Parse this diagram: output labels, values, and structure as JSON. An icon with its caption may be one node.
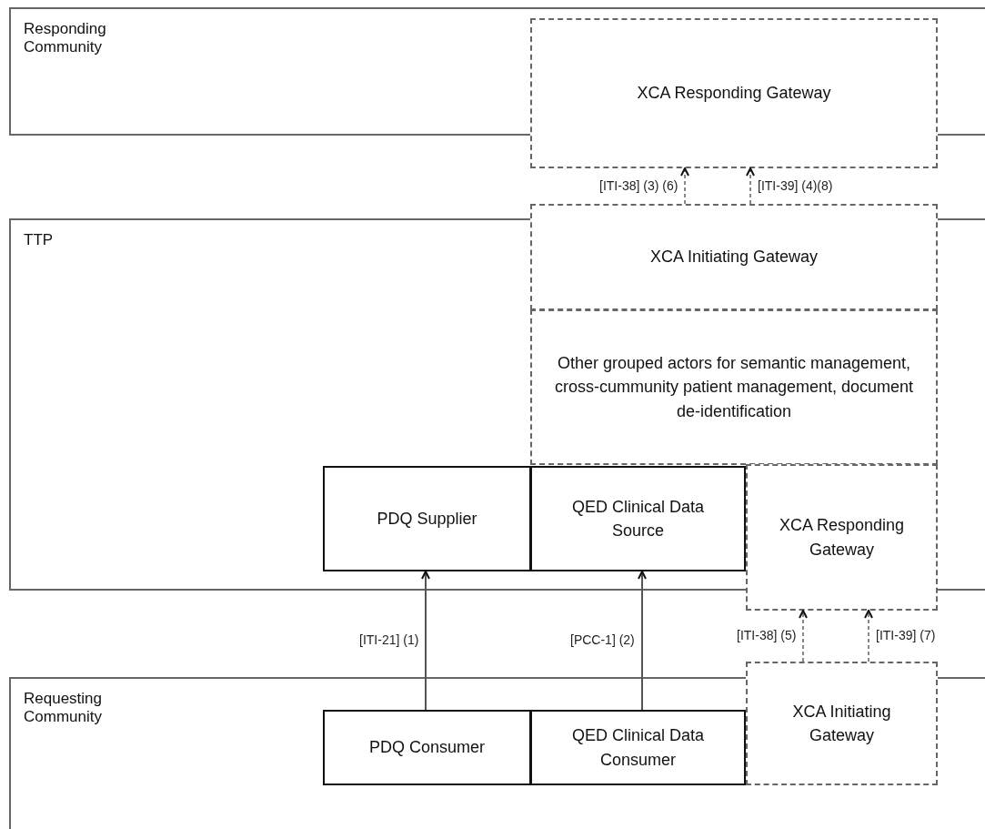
{
  "diagram": {
    "nodes": [
      {
        "text": [
          "Responding Community"
        ]
      },
      {
        "text": [
          "XCA Responding Gateway"
        ]
      },
      {
        "text": [
          "TTP"
        ]
      },
      {
        "text": [
          "XCA Initiating Gateway"
        ]
      },
      {
        "text": [
          "Other grouped actors for semantic management, cross-cummunity patient management, document de-identification"
        ],
        "in": 2
      },
      {
        "text": [
          "PDQ Supplier"
        ],
        "in": 2
      },
      {
        "text": [
          "QED Clinical Data Source"
        ],
        "in": 2
      },
      {
        "text": [
          "XCA Responding Gateway"
        ]
      },
      {
        "text": [
          "Requesting Community"
        ]
      },
      {
        "text": [
          "PDQ Consumer"
        ],
        "in": 8
      },
      {
        "text": [
          "QED Clinical Data Consumer"
        ],
        "in": 8
      },
      {
        "text": [
          "XCA Initiating Gateway"
        ]
      }
    ],
    "edges": [
      {
        "from": 3,
        "to": 1,
        "arrow": "to",
        "label": "[ITI-38] (3) (6)",
        "style": "dashed",
        "color": "#888888"
      },
      {
        "from": 3,
        "to": 1,
        "arrow": "to",
        "label": "[ITI-39] (4)(8)",
        "style": "dashed",
        "color": "#888888"
      },
      {
        "from": 9,
        "to": 5,
        "arrow": "to",
        "label": "[ITI-21] (1)"
      },
      {
        "from": 10,
        "to": 6,
        "arrow": "to",
        "label": "[PCC-1] (2)"
      },
      {
        "from": 11,
        "to": 7,
        "arrow": "to",
        "label": "[ITI-38] (5)",
        "style": "dashed",
        "color": "#888888"
      },
      {
        "from": 11,
        "to": 7,
        "arrow": "to",
        "label": "[ITI-39] (7)",
        "style": "dashed",
        "color": "#888888"
      }
    ]
  }
}
